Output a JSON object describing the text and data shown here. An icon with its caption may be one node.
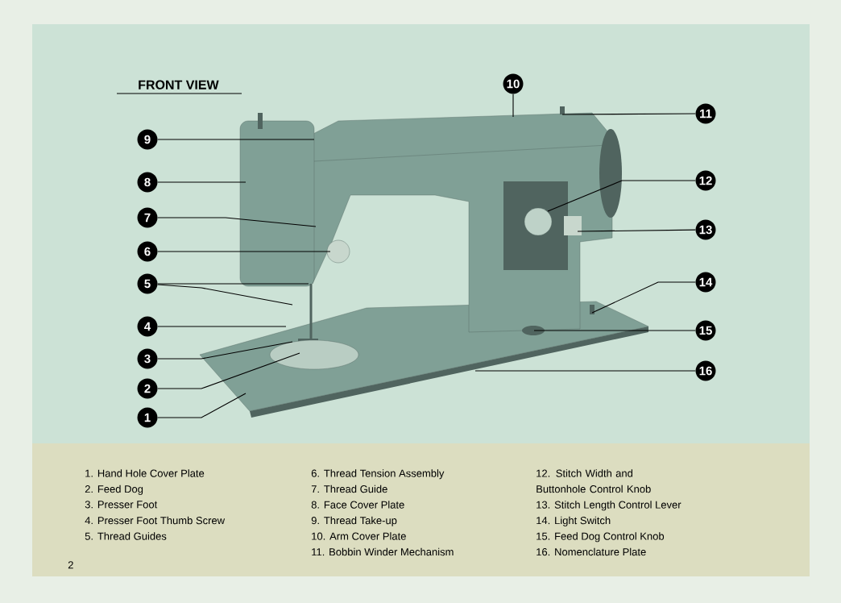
{
  "diagram": {
    "title": "FRONT VIEW",
    "nodes": [
      {
        "text": [
          "1"
        ]
      },
      {
        "text": [
          "2"
        ]
      },
      {
        "text": [
          "3"
        ]
      },
      {
        "text": [
          "4"
        ]
      },
      {
        "text": [
          "5"
        ]
      },
      {
        "text": [
          "6"
        ]
      },
      {
        "text": [
          "7"
        ]
      },
      {
        "text": [
          "8"
        ]
      },
      {
        "text": [
          "9"
        ]
      },
      {
        "text": [
          "10"
        ]
      },
      {
        "text": [
          "11"
        ]
      },
      {
        "text": [
          "12"
        ]
      },
      {
        "text": [
          "13"
        ]
      },
      {
        "text": [
          "14"
        ]
      },
      {
        "text": [
          "15"
        ]
      },
      {
        "text": [
          "16"
        ]
      }
    ],
    "edges": [
      {
        "from": 0,
        "to": null,
        "arrow": "none"
      },
      {
        "from": 1,
        "to": null,
        "arrow": "none"
      },
      {
        "from": 2,
        "to": null,
        "arrow": "none"
      },
      {
        "from": 3,
        "to": null,
        "arrow": "none"
      },
      {
        "from": 4,
        "to": null,
        "arrow": "none"
      },
      {
        "from": 4,
        "to": null,
        "arrow": "none"
      },
      {
        "from": 5,
        "to": null,
        "arrow": "none"
      },
      {
        "from": 6,
        "to": null,
        "arrow": "none"
      },
      {
        "from": 7,
        "to": null,
        "arrow": "none"
      },
      {
        "from": 8,
        "to": null,
        "arrow": "none"
      },
      {
        "from": 9,
        "to": null,
        "arrow": "none"
      },
      {
        "from": 10,
        "to": null,
        "arrow": "none"
      },
      {
        "from": 11,
        "to": null,
        "arrow": "none"
      },
      {
        "from": 12,
        "to": null,
        "arrow": "none"
      },
      {
        "from": 13,
        "to": null,
        "arrow": "none"
      },
      {
        "from": 14,
        "to": null,
        "arrow": "none"
      },
      {
        "from": 15,
        "to": null,
        "arrow": "none"
      }
    ],
    "labels": [
      "1. Hand Hole Cover Plate",
      "2. Feed Dog",
      "3. Presser Foot",
      "4. Presser Foot Thumb Screw",
      "5. Thread Guides",
      "6. Thread Tension Assembly",
      "7. Thread Guide",
      "8. Face Cover Plate",
      "9. Thread Take-up",
      "10. Arm Cover Plate",
      "11. Bobbin Winder Mechanism",
      "12. Stitch Width and Buttonhole Control Knob",
      "13. Stitch Length Control Lever",
      "14. Light Switch",
      "15. Feed Dog Control Knob",
      "16. Nomenclature Plate",
      "2"
    ]
  }
}
